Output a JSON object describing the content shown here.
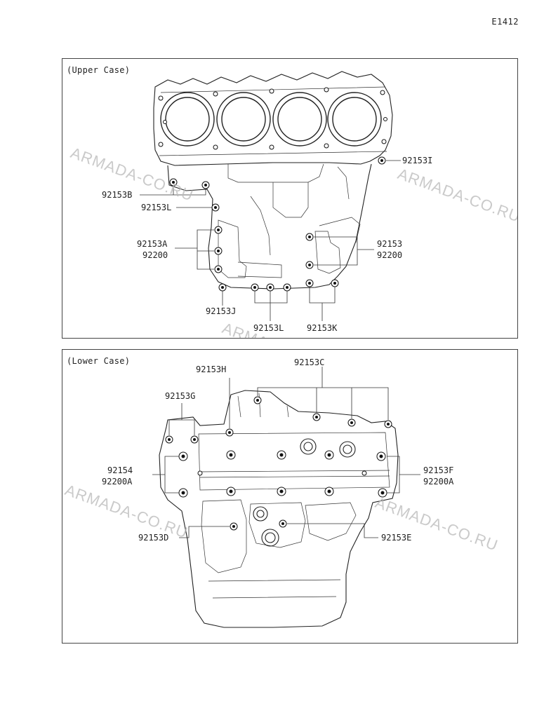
{
  "page_code": "E1412",
  "upper": {
    "title": "(Upper Case)",
    "labels": {
      "i": "92153I",
      "b": "92153B",
      "l1": "92153L",
      "a": "92153A",
      "a2": "92200",
      "r": "92153",
      "r2": "92200",
      "j": "92153J",
      "l2": "92153L",
      "k": "92153K"
    }
  },
  "lower": {
    "title": "(Lower Case)",
    "labels": {
      "c": "92153C",
      "h": "92153H",
      "g": "92153G",
      "p1": "92154",
      "p2": "92200A",
      "f1": "92153F",
      "f2": "92200A",
      "d": "92153D",
      "e": "92153E"
    }
  },
  "watermarks": [
    "ARMADA-CO.RU",
    "ARMADA-CO.RU",
    "ARMADA-CO.RU",
    "ARMADA-CO.RU",
    "ARMADA-CO.RU"
  ]
}
